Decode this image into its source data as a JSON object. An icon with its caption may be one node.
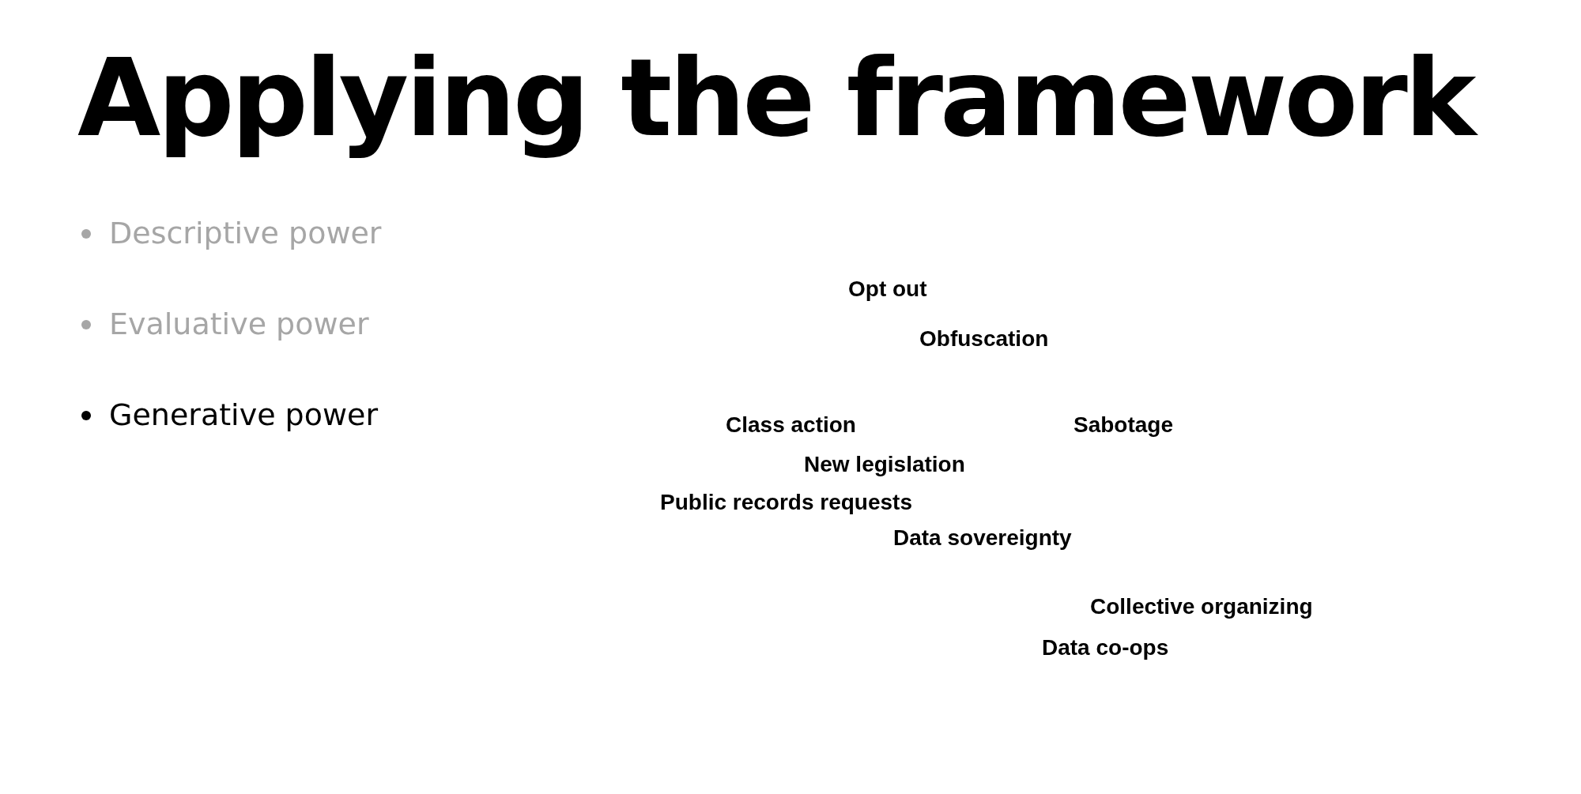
{
  "diagram": {
    "title": "Applying the framework",
    "labels": [
      "Descriptive power",
      "Evaluative power",
      "Generative power",
      "Opt out",
      "Obfuscation",
      "Class action",
      "Sabotage",
      "New legislation",
      "Public records requests",
      "Data sovereignty",
      "Collective organizing",
      "Data co-ops"
    ]
  }
}
